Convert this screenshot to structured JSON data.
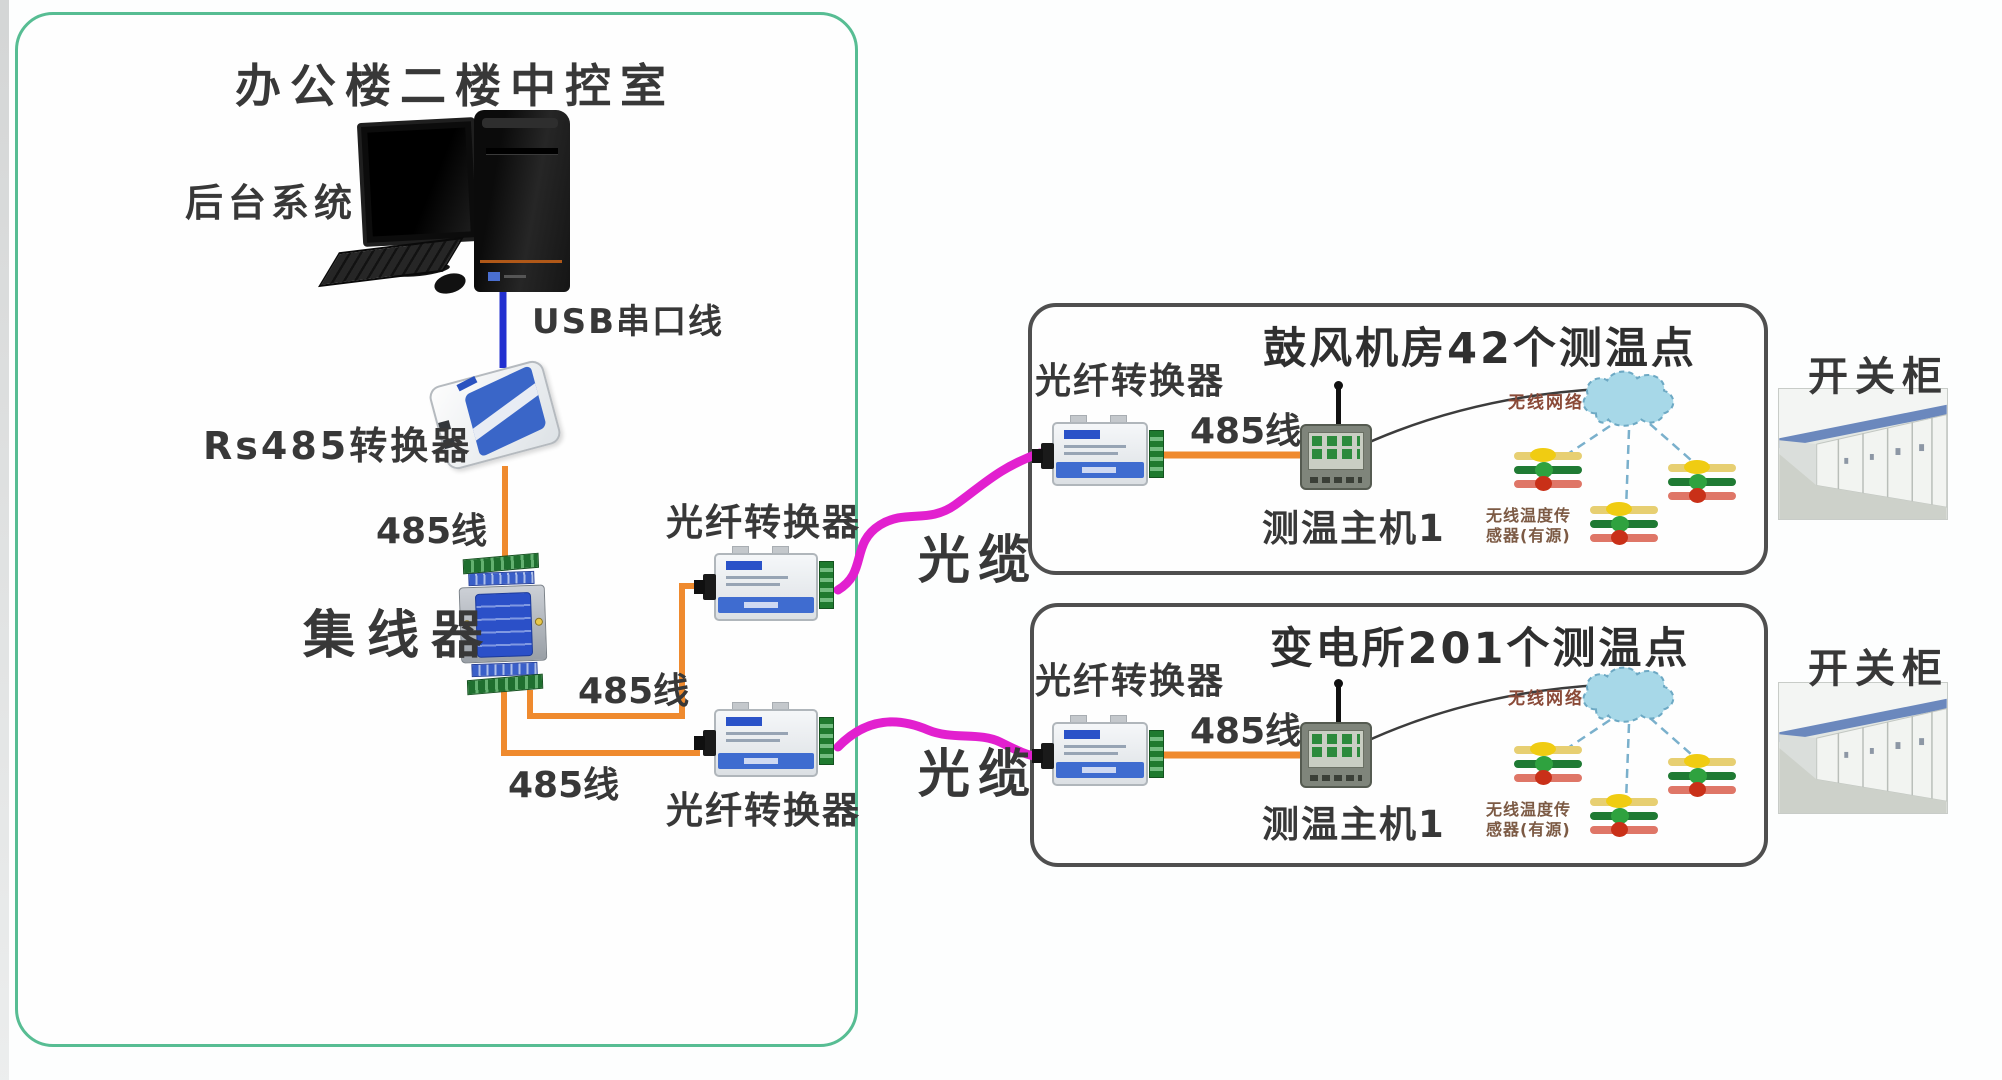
{
  "colors": {
    "room_border_green": "#57bd93",
    "zone_border_gray": "#4f4f4f",
    "wire_485_orange": "#ef8a2e",
    "wire_usb_blue": "#2230d0",
    "optical_cable_magenta": "#e220cf",
    "cloud_fill": "#a7d8e8",
    "label_text": "#383838"
  },
  "control_room": {
    "title": "办公楼二楼中控室",
    "backend_system_label": "后台系统",
    "usb_cable_label": "USB串口线",
    "rs485_converter_label": "Rs485转换器",
    "hub_label": "集线器",
    "wire485_label_a": "485线",
    "wire485_label_b": "485线",
    "wire485_label_c": "485线",
    "fiber_converter_top_label": "光纤转换器",
    "fiber_converter_bottom_label": "光纤转换器",
    "optical_cable_top_label": "光缆",
    "optical_cable_bottom_label": "光缆"
  },
  "zones": [
    {
      "title": "鼓风机房42个测温点",
      "fiber_converter_label": "光纤转换器",
      "wire485_label": "485线",
      "host_label": "测温主机1",
      "wireless_network_label": "无线网络",
      "sensor_label_line1": "无线温度传",
      "sensor_label_line2": "感器(有源)",
      "cabinet_label": "开关柜"
    },
    {
      "title": "变电所201个测温点",
      "fiber_converter_label": "光纤转换器",
      "wire485_label": "485线",
      "host_label": "测温主机1",
      "wireless_network_label": "无线网络",
      "sensor_label_line1": "无线温度传",
      "sensor_label_line2": "感器(有源)",
      "cabinet_label": "开关柜"
    }
  ]
}
